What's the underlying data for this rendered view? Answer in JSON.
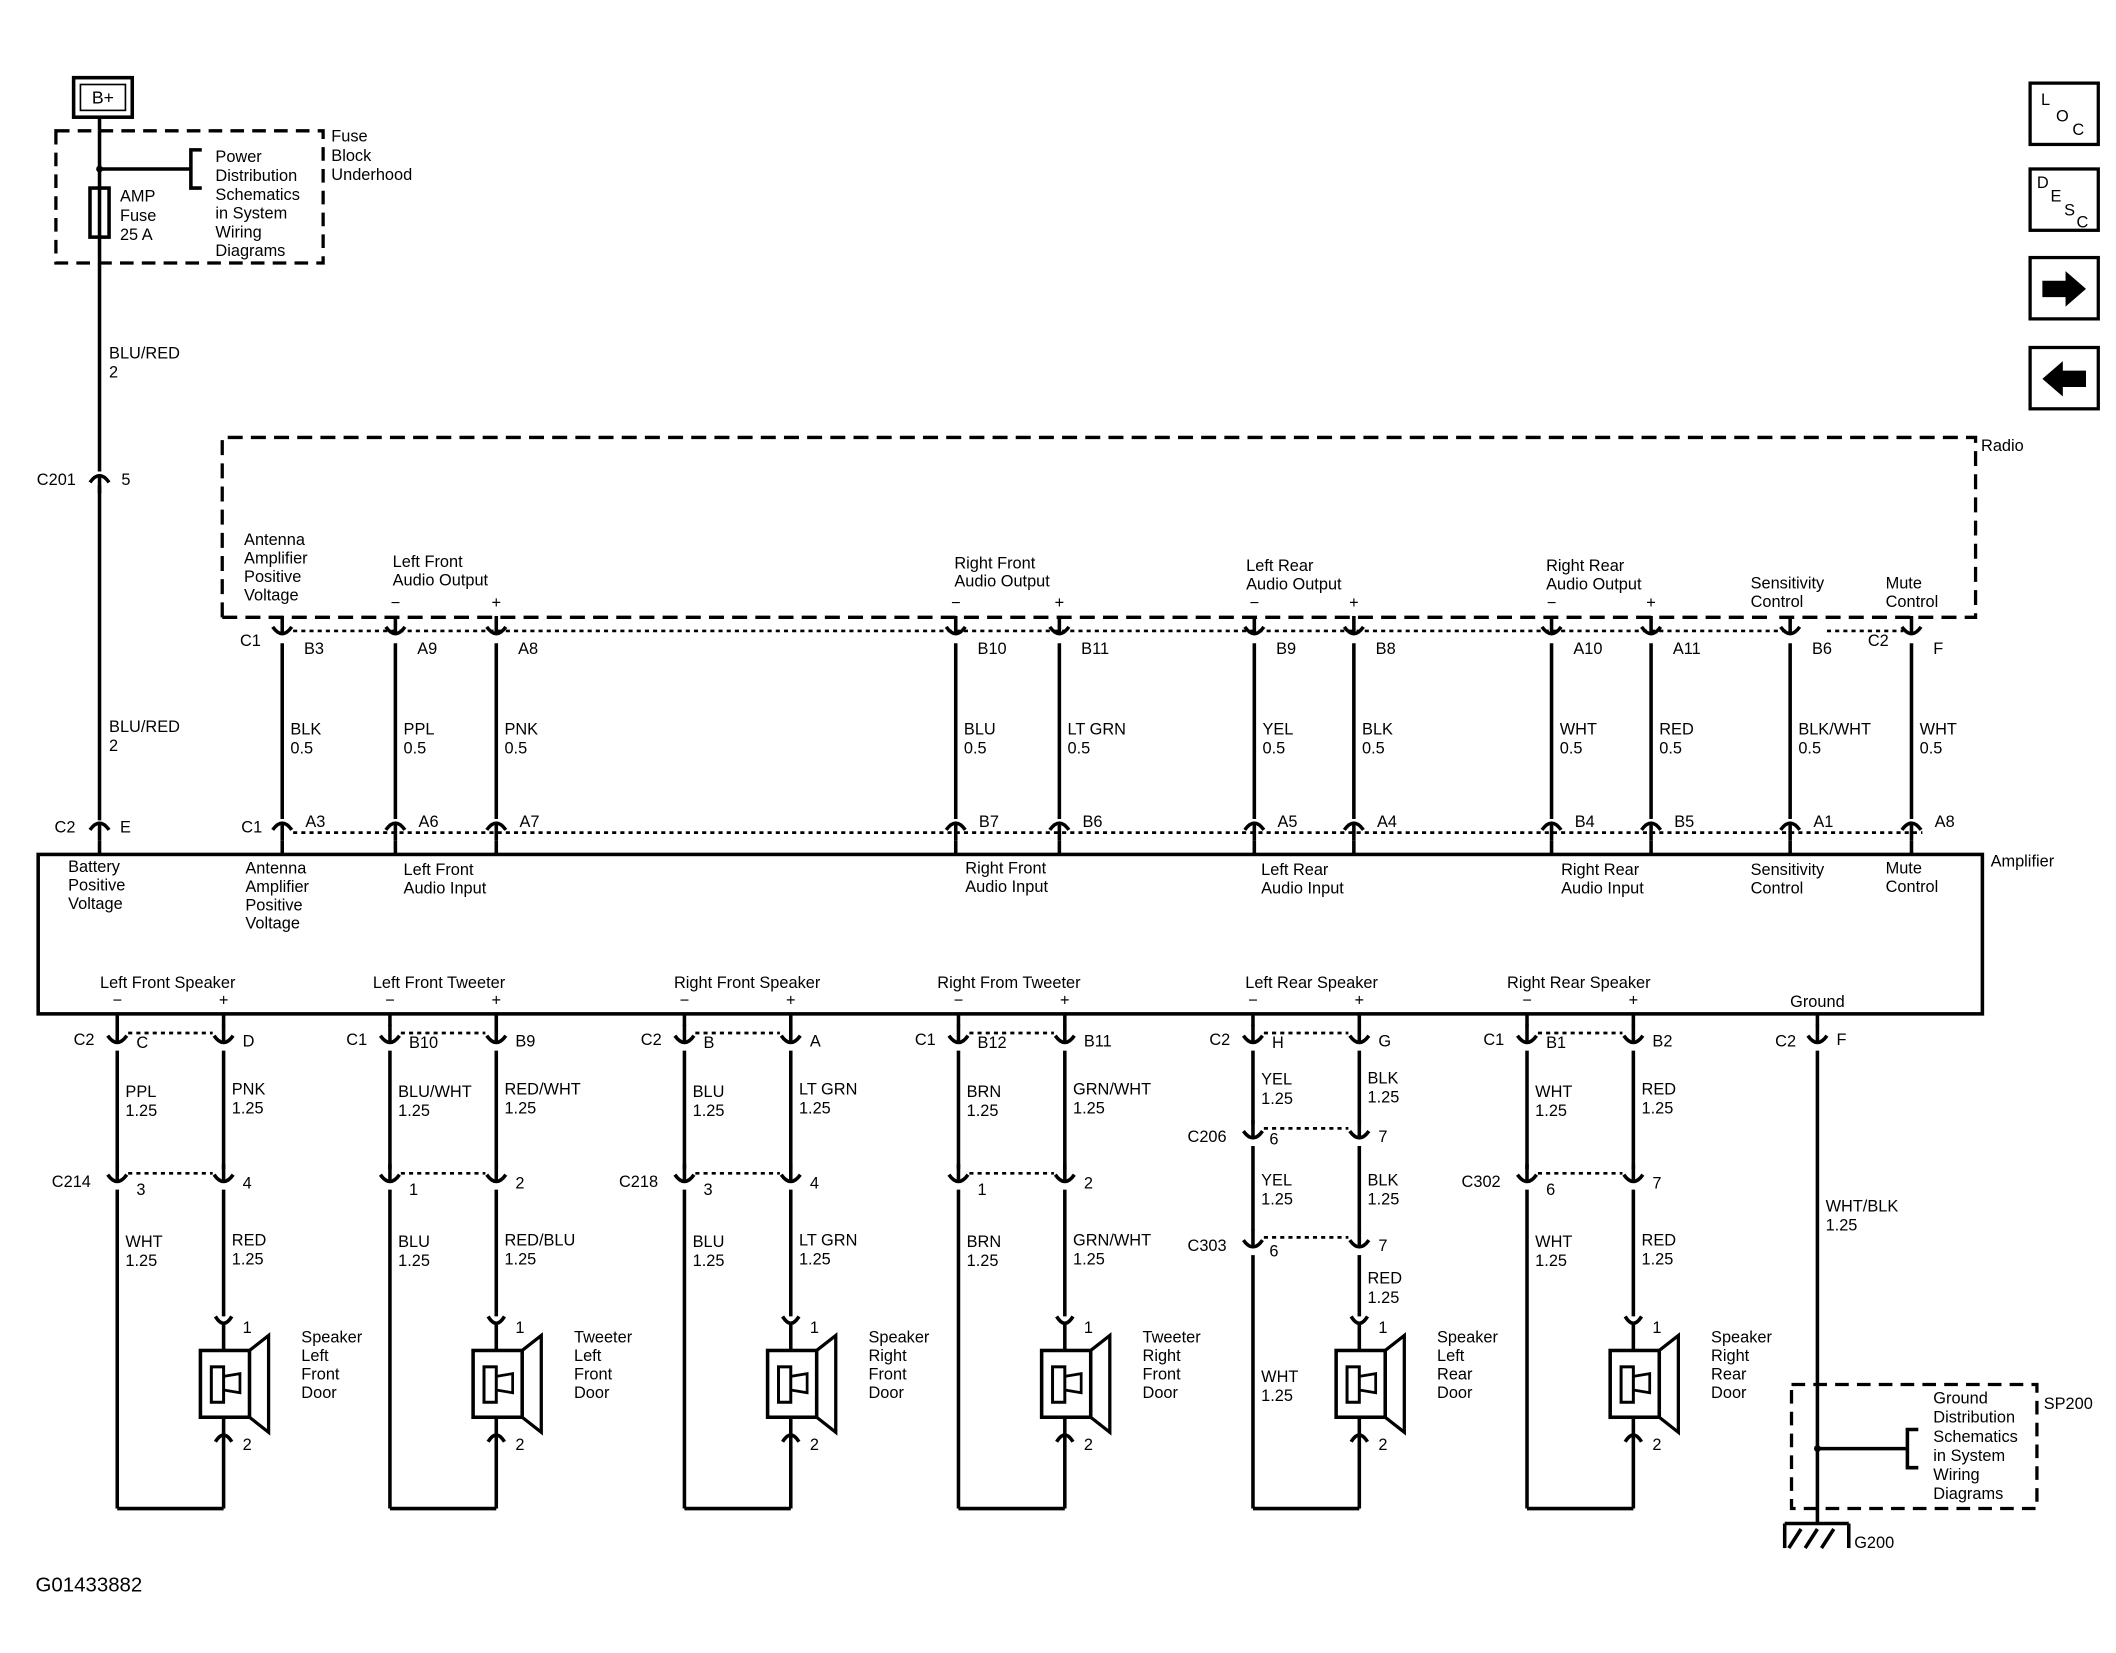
{
  "battery": "B+",
  "fuse_block": {
    "label": [
      "Fuse",
      "Block",
      "Underhood"
    ],
    "fuse": [
      "AMP",
      "Fuse",
      "25 A"
    ],
    "note": [
      "Power",
      "Distribution",
      "Schematics",
      "in System",
      "Wiring",
      "Diagrams"
    ]
  },
  "nav": {
    "loc": [
      "L",
      "O",
      "C"
    ],
    "desc": [
      "D",
      "E",
      "S",
      "C"
    ],
    "forward_icon": "arrow-right-icon",
    "back_icon": "arrow-left-icon"
  },
  "radio": {
    "label": "Radio",
    "c1": "C1",
    "c2": "C2",
    "functions": [
      {
        "lines": [
          "Antenna",
          "Amplifier",
          "Positive",
          "Voltage"
        ]
      },
      {
        "lines": [
          "Left Front",
          "Audio Output"
        ],
        "minus": "−",
        "plus": "+"
      },
      {
        "lines": [
          "Right Front",
          "Audio Output"
        ],
        "minus": "−",
        "plus": "+"
      },
      {
        "lines": [
          "Left Rear",
          "Audio Output"
        ],
        "minus": "−",
        "plus": "+"
      },
      {
        "lines": [
          "Right Rear",
          "Audio Output"
        ],
        "minus": "−",
        "plus": "+"
      },
      {
        "lines": [
          "Sensitivity",
          "Control"
        ]
      },
      {
        "lines": [
          "Mute",
          "Control"
        ]
      }
    ]
  },
  "feed": {
    "wire_top": [
      "BLU/RED",
      "2"
    ],
    "c201": "C201",
    "c201_pin": "5",
    "wire_bottom": [
      "BLU/RED",
      "2"
    ],
    "c2": "C2",
    "amp_pin": "E"
  },
  "radio_amp_wires": [
    {
      "radio_pin": "B3",
      "color": "BLK",
      "gauge": "0.5",
      "amp_pin": "A3"
    },
    {
      "radio_pin": "A9",
      "color": "PPL",
      "gauge": "0.5",
      "amp_pin": "A6"
    },
    {
      "radio_pin": "A8",
      "color": "PNK",
      "gauge": "0.5",
      "amp_pin": "A7"
    },
    {
      "radio_pin": "B10",
      "color": "BLU",
      "gauge": "0.5",
      "amp_pin": "B7"
    },
    {
      "radio_pin": "B11",
      "color": "LT GRN",
      "gauge": "0.5",
      "amp_pin": "B6"
    },
    {
      "radio_pin": "B9",
      "color": "YEL",
      "gauge": "0.5",
      "amp_pin": "A5"
    },
    {
      "radio_pin": "B8",
      "color": "BLK",
      "gauge": "0.5",
      "amp_pin": "A4"
    },
    {
      "radio_pin": "A10",
      "color": "WHT",
      "gauge": "0.5",
      "amp_pin": "B4"
    },
    {
      "radio_pin": "A11",
      "color": "RED",
      "gauge": "0.5",
      "amp_pin": "B5"
    },
    {
      "radio_pin": "B6",
      "color": "BLK/WHT",
      "gauge": "0.5",
      "amp_pin": "A1"
    },
    {
      "radio_pin": "F",
      "color": "WHT",
      "gauge": "0.5",
      "amp_pin": "A8"
    }
  ],
  "amplifier": {
    "label": "Amplifier",
    "c1": "C1",
    "c2": "C2",
    "inputs": [
      {
        "lines": [
          "Battery",
          "Positive",
          "Voltage"
        ]
      },
      {
        "lines": [
          "Antenna",
          "Amplifier",
          "Positive",
          "Voltage"
        ]
      },
      {
        "lines": [
          "Left Front",
          "Audio Input"
        ]
      },
      {
        "lines": [
          "Right Front",
          "Audio Input"
        ]
      },
      {
        "lines": [
          "Left Rear",
          "Audio Input"
        ]
      },
      {
        "lines": [
          "Right Rear",
          "Audio Input"
        ]
      },
      {
        "lines": [
          "Sensitivity",
          "Control"
        ]
      },
      {
        "lines": [
          "Mute",
          "Control"
        ]
      }
    ],
    "outputs": [
      {
        "label": "Left Front Speaker",
        "minus": "−",
        "plus": "+"
      },
      {
        "label": "Left Front Tweeter",
        "minus": "−",
        "plus": "+"
      },
      {
        "label": "Right Front Speaker",
        "minus": "−",
        "plus": "+"
      },
      {
        "label": "Right From Tweeter",
        "minus": "−",
        "plus": "+"
      },
      {
        "label": "Left Rear Speaker",
        "minus": "−",
        "plus": "+"
      },
      {
        "label": "Right Rear Speaker",
        "minus": "−",
        "plus": "+"
      }
    ],
    "ground_label": "Ground"
  },
  "speakers": [
    {
      "conn": "C2",
      "pins": [
        "C",
        "D"
      ],
      "wire1": [
        [
          "PPL",
          "1.25"
        ],
        [
          "PNK",
          "1.25"
        ]
      ],
      "inline": "C214",
      "inline_pins": [
        "3",
        "4"
      ],
      "wire2": [
        [
          "WHT",
          "1.25"
        ],
        [
          "RED",
          "1.25"
        ]
      ],
      "device": [
        "Speaker",
        "Left",
        "Front",
        "Door"
      ],
      "terms": [
        "1",
        "2"
      ]
    },
    {
      "conn": "C1",
      "pins": [
        "B10",
        "B9"
      ],
      "wire1": [
        [
          "BLU/WHT",
          "1.25"
        ],
        [
          "RED/WHT",
          "1.25"
        ]
      ],
      "inline": "",
      "inline_pins": [
        "1",
        "2"
      ],
      "wire2": [
        [
          "BLU",
          "1.25"
        ],
        [
          "RED/BLU",
          "1.25"
        ]
      ],
      "device": [
        "Tweeter",
        "Left",
        "Front",
        "Door"
      ],
      "terms": [
        "1",
        "2"
      ]
    },
    {
      "conn": "C2",
      "pins": [
        "B",
        "A"
      ],
      "wire1": [
        [
          "BLU",
          "1.25"
        ],
        [
          "LT GRN",
          "1.25"
        ]
      ],
      "inline": "C218",
      "inline_pins": [
        "3",
        "4"
      ],
      "wire2": [
        [
          "BLU",
          "1.25"
        ],
        [
          "LT GRN",
          "1.25"
        ]
      ],
      "device": [
        "Speaker",
        "Right",
        "Front",
        "Door"
      ],
      "terms": [
        "1",
        "2"
      ]
    },
    {
      "conn": "C1",
      "pins": [
        "B12",
        "B11"
      ],
      "wire1": [
        [
          "BRN",
          "1.25"
        ],
        [
          "GRN/WHT",
          "1.25"
        ]
      ],
      "inline": "",
      "inline_pins": [
        "1",
        "2"
      ],
      "wire2": [
        [
          "BRN",
          "1.25"
        ],
        [
          "GRN/WHT",
          "1.25"
        ]
      ],
      "device": [
        "Tweeter",
        "Right",
        "Front",
        "Door"
      ],
      "terms": [
        "1",
        "2"
      ]
    },
    {
      "conn": "C2",
      "pins": [
        "H",
        "G"
      ],
      "wire1": [
        [
          "YEL",
          "1.25"
        ],
        [
          "BLK",
          "1.25"
        ]
      ],
      "inline": "C206",
      "inline_pins": [
        "6",
        "7"
      ],
      "wire_mid": [
        [
          "YEL",
          "1.25"
        ],
        [
          "BLK",
          "1.25"
        ]
      ],
      "inline2": "C303",
      "inline2_pins": [
        "6",
        "7"
      ],
      "wire2": [
        [
          "WHT",
          "1.25"
        ],
        [
          "RED",
          "1.25"
        ]
      ],
      "device": [
        "Speaker",
        "Left",
        "Rear",
        "Door"
      ],
      "terms": [
        "1",
        "2"
      ]
    },
    {
      "conn": "C1",
      "pins": [
        "B1",
        "B2"
      ],
      "wire1": [
        [
          "WHT",
          "1.25"
        ],
        [
          "RED",
          "1.25"
        ]
      ],
      "inline": "C302",
      "inline_pins": [
        "6",
        "7"
      ],
      "wire2": [
        [
          "WHT",
          "1.25"
        ],
        [
          "RED",
          "1.25"
        ]
      ],
      "device": [
        "Speaker",
        "Right",
        "Rear",
        "Door"
      ],
      "terms": [
        "1",
        "2"
      ]
    }
  ],
  "ground": {
    "conn": "C2",
    "pin": "F",
    "wire": [
      "WHT/BLK",
      "1.25"
    ],
    "splice": "SP200",
    "note": [
      "Ground",
      "Distribution",
      "Schematics",
      "in System",
      "Wiring",
      "Diagrams"
    ],
    "point": "G200"
  },
  "figure_id": "G01433882"
}
